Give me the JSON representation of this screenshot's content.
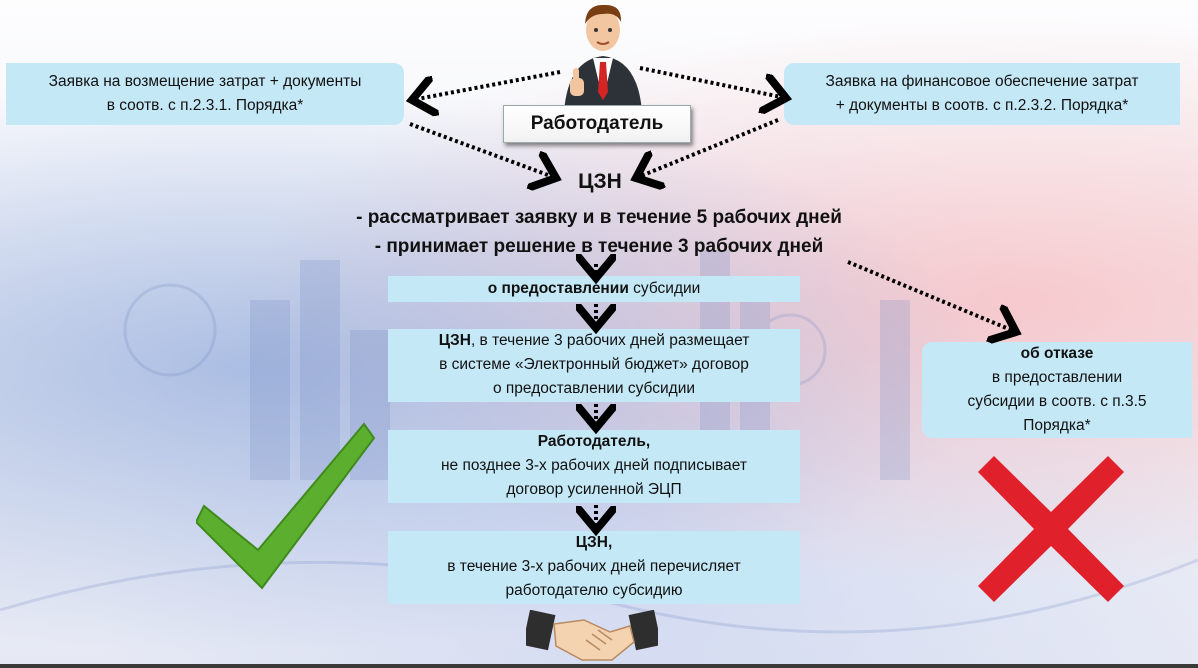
{
  "employer_label": "Работодатель",
  "left_box": {
    "line1": "Заявка на возмещение затрат + документы",
    "line2": "в соотв. с п.2.3.1. Порядка*"
  },
  "right_box": {
    "line1": "Заявка на финансовое обеспечение затрат",
    "line2": "+ документы в соотв. с п.2.3.2. Порядка*"
  },
  "czn_title": "ЦЗН",
  "czn_line1": "- рассматривает заявку и в течение 5 рабочих дней",
  "czn_line2": "-  принимает решение в течение 3 рабочих дней",
  "step1": {
    "bold": "о предоставлении",
    "rest": " субсидии"
  },
  "step2": {
    "bold": "ЦЗН",
    "line1_rest": ", в течение 3 рабочих дней размещает",
    "line2": "в  системе «Электронный бюджет» договор",
    "line3": "о предоставлении субсидии"
  },
  "step3": {
    "bold": "Работодатель,",
    "line2": "не позднее 3-х рабочих дней подписывает",
    "line3": "договор усиленной ЭЦП"
  },
  "step4": {
    "bold": "ЦЗН,",
    "line2": "в течение 3-х рабочих дней перечисляет",
    "line3": "работодателю субсидию"
  },
  "refusal": {
    "bold": "об отказе",
    "line2": "в предоставлении",
    "line3": "субсидии в соотв. с п.3.5",
    "line4": "Порядка*"
  },
  "colors": {
    "box": "#c5e8f6",
    "check": "#5cae2e",
    "cross": "#e0202a"
  },
  "icons": [
    "businessman-icon",
    "checkmark-icon",
    "cross-icon",
    "handshake-icon"
  ]
}
